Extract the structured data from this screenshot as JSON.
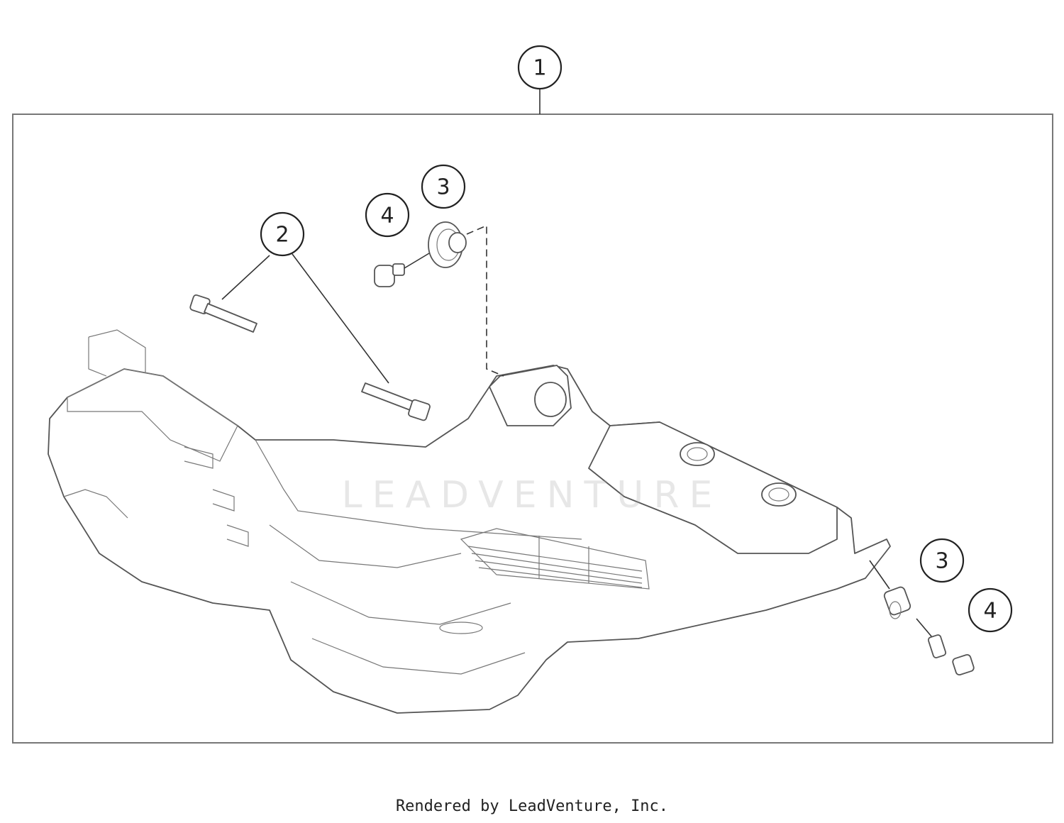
{
  "callouts": {
    "c1": "1",
    "c2": "2",
    "c3a": "3",
    "c4a": "4",
    "c3b": "3",
    "c4b": "4"
  },
  "watermark": "LEADVENTURE",
  "footer": "Rendered by LeadVenture, Inc.",
  "colors": {
    "line": "#555555",
    "frame": "#777777",
    "background": "#ffffff"
  }
}
